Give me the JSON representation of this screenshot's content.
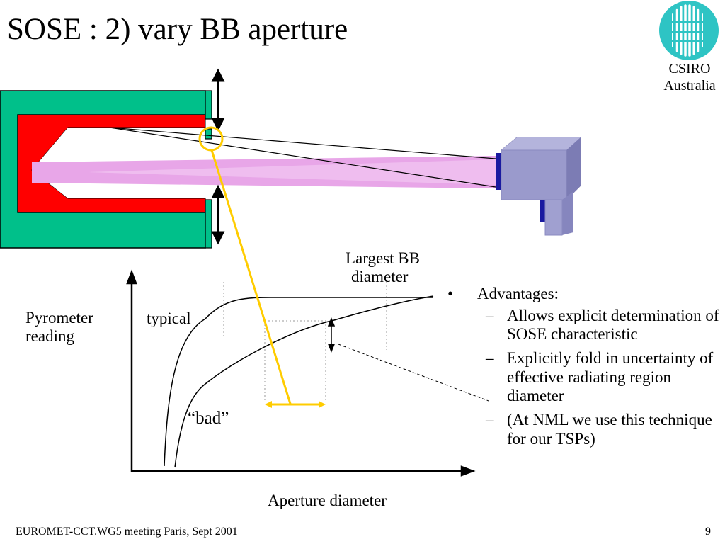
{
  "slide": {
    "title": "SOSE : 2) vary BB aperture",
    "page_number": "9",
    "footer": "EUROMET-CCT.WG5 meeting Paris, Sept 2001"
  },
  "logo": {
    "name": "CSIRO",
    "country": "Australia"
  },
  "diagram": {
    "labels": {
      "largest_bb_line1": "Largest BB",
      "largest_bb_line2": "diameter",
      "y_axis_line1": "Pyrometer",
      "y_axis_line2": "reading",
      "x_axis": "Aperture diameter",
      "curve_typical": "typical",
      "curve_bad": "“bad”"
    },
    "colors": {
      "blackbody_outer": "#00c08a",
      "blackbody_cavity": "#ff0000",
      "beam": "#e8a6e8",
      "pyrometer_body": "#9a9acc",
      "pyrometer_lens": "#1a1aa0",
      "highlight": "#ffcc00"
    }
  },
  "bullets": {
    "heading": "Advantages:",
    "bullet_mark": "•",
    "dash_mark": "–",
    "items": [
      "Allows explicit determination of SOSE characteristic",
      "Explicitly fold in uncertainty of effective radiating region diameter",
      "(At NML we use this technique for our TSPs)"
    ]
  }
}
